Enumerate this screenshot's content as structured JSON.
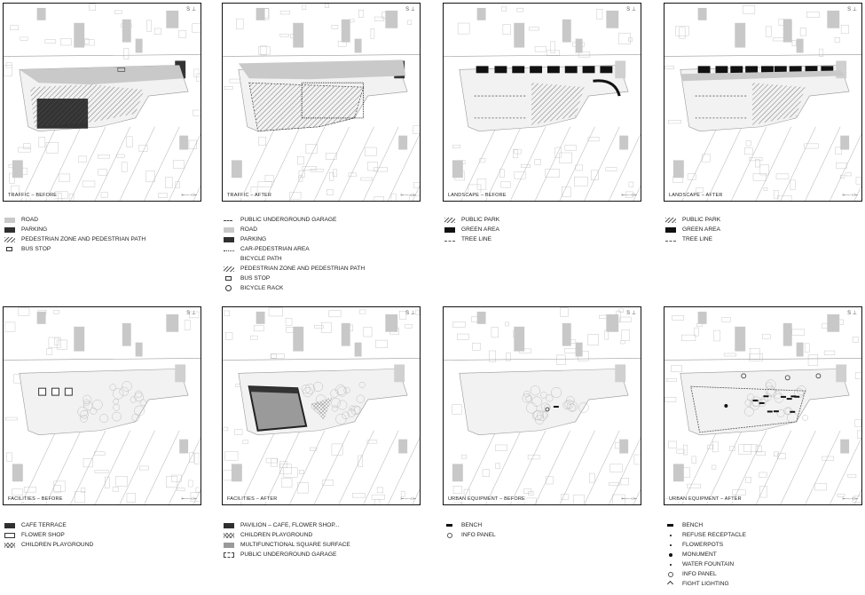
{
  "panels": [
    {
      "title": "TRAFFIC – BEFORE",
      "variant": "traffic-before"
    },
    {
      "title": "TRAFFIC – AFTER",
      "variant": "traffic-after"
    },
    {
      "title": "LANDSCAPE – BEFORE",
      "variant": "landscape-before"
    },
    {
      "title": "LANDSCAPE – AFTER",
      "variant": "landscape-after"
    },
    {
      "title": "FACILITIES – BEFORE",
      "variant": "facilities-before"
    },
    {
      "title": "FACILITIES – AFTER",
      "variant": "facilities-after"
    },
    {
      "title": "URBAN EQUIPMENT – BEFORE",
      "variant": "equipment-before"
    },
    {
      "title": "URBAN EQUIPMENT – AFTER",
      "variant": "equipment-after"
    }
  ],
  "legends": [
    [
      {
        "sym": "road",
        "label": "ROAD"
      },
      {
        "sym": "solid",
        "label": "PARKING"
      },
      {
        "sym": "hatch",
        "label": "PEDESTRIAN ZONE AND PEDESTRIAN PATH"
      },
      {
        "sym": "busstop",
        "label": "BUS STOP"
      }
    ],
    [
      {
        "sym": "dashline",
        "label": "PUBLIC UNDERGROUND GARAGE"
      },
      {
        "sym": "road",
        "label": "ROAD"
      },
      {
        "sym": "solid",
        "label": "PARKING"
      },
      {
        "sym": "dotted",
        "label": "CAR-PEDESTRIAN AREA"
      },
      {
        "sym": "none",
        "label": "BICYCLE PATH"
      },
      {
        "sym": "hatch",
        "label": "PEDESTRIAN ZONE AND PEDESTRIAN PATH"
      },
      {
        "sym": "busstop",
        "label": "BUS STOP"
      },
      {
        "sym": "circle",
        "label": "BICYCLE RACK"
      }
    ],
    [
      {
        "sym": "hatch",
        "label": "PUBLIC PARK"
      },
      {
        "sym": "green",
        "label": "GREEN AREA"
      },
      {
        "sym": "dashed",
        "label": "TREE LINE"
      }
    ],
    [
      {
        "sym": "hatch",
        "label": "PUBLIC PARK"
      },
      {
        "sym": "green",
        "label": "GREEN AREA"
      },
      {
        "sym": "dashed",
        "label": "TREE LINE"
      }
    ],
    [
      {
        "sym": "solid",
        "label": "CAFE TERRACE"
      },
      {
        "sym": "outline",
        "label": "FLOWER SHOP"
      },
      {
        "sym": "checker",
        "label": "CHILDREN PLAYGROUND"
      }
    ],
    [
      {
        "sym": "solid",
        "label": "PAVILION – CAFE, FLOWER SHOP..."
      },
      {
        "sym": "checker",
        "label": "CHILDREN PLAYGROUND"
      },
      {
        "sym": "gray",
        "label": "MULTIFUNCTIONAL SQUARE SURFACE"
      },
      {
        "sym": "dashbox",
        "label": "PUBLIC UNDERGROUND GARAGE"
      }
    ],
    [
      {
        "sym": "bench",
        "label": "BENCH"
      },
      {
        "sym": "ring",
        "label": "INFO PANEL"
      }
    ],
    [
      {
        "sym": "bench",
        "label": "BENCH"
      },
      {
        "sym": "tiny",
        "label": "REFUSE RECEPTACLE"
      },
      {
        "sym": "tiny",
        "label": "FLOWERPOTS"
      },
      {
        "sym": "dot",
        "label": "MONUMENT"
      },
      {
        "sym": "tiny",
        "label": "WATER FOUNTAIN"
      },
      {
        "sym": "ring",
        "label": "INFO PANEL"
      },
      {
        "sym": "cross",
        "label": "FIGHT LIGHTING"
      }
    ]
  ]
}
